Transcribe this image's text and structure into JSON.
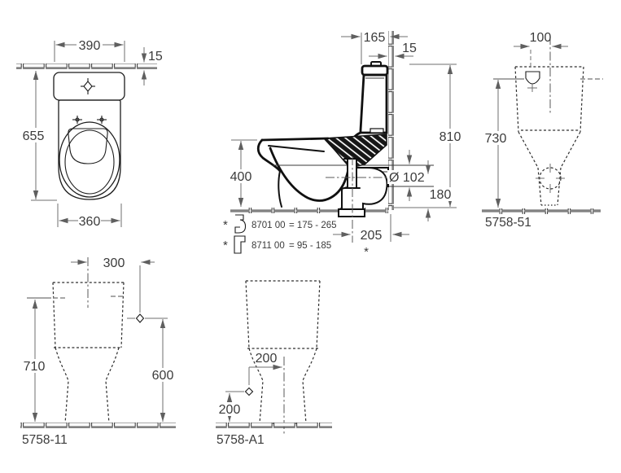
{
  "dims": {
    "top_width": "390",
    "top_wall_thickness": "15",
    "top_depth": "655",
    "top_bowl_width": "360",
    "side_tank_depth": "165",
    "side_wall_thickness": "15",
    "side_total_height": "810",
    "side_rim_height": "400",
    "side_outlet_diameter": "Ø 102",
    "side_outlet_height": "180",
    "side_outlet_offset": "205",
    "side_outlet_offset_marker": "*",
    "rear_inlet_offset": "100",
    "rear_height": "730",
    "front_inlet_offset": "300",
    "front_height": "710",
    "front_inlet_height": "600",
    "alt_inlet_offset": "200",
    "alt_inlet_height": "200"
  },
  "notes": [
    {
      "marker": "*",
      "code": "8701 00",
      "value": "= 175 - 265"
    },
    {
      "marker": "*",
      "code": "8711 00",
      "value": "=  95 - 185"
    }
  ],
  "labels": {
    "rear_view": "5758-51",
    "front_view": "5758-11",
    "alt_view": "5758-A1"
  },
  "icons": {
    "vario_outlet_bend": "pipe-bend-s-icon",
    "elbow_outlet_bend": "pipe-bend-90-icon",
    "water_inlet": "inlet-funnel-icon",
    "flush_valve": "valve-diamond-icon",
    "fixing_hole": "fixing-cross-icon",
    "outlet_position": "outlet-circle-icon"
  },
  "colors": {
    "background": "#ffffff",
    "object_line": "#1c1c1c",
    "dimension_line": "#6f6f6f",
    "text": "#3b3b3b"
  }
}
